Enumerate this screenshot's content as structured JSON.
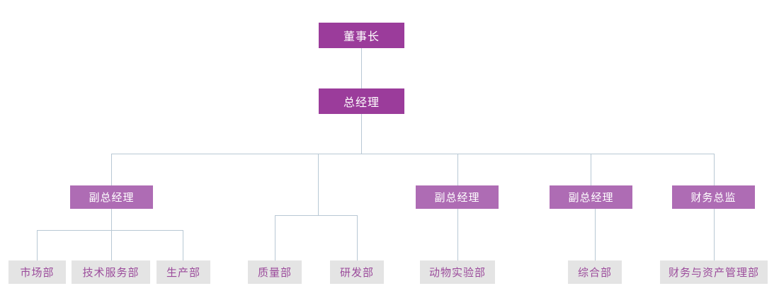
{
  "chart": {
    "title": "",
    "type": "org-chart",
    "colors": {
      "executive_box": "#9B3C9B",
      "executive_text": "#FFFFFF",
      "vp_box": "#AE6CB4",
      "vp_text": "#FFFFFF",
      "department_box": "#E4E4E4",
      "department_text": "#9B4B9B",
      "connector_line": "#B8C8D4",
      "background": "#FFFFFF"
    },
    "levels": [
      {
        "name": "executive",
        "nodes": [
          {
            "id": "chairman",
            "label": "董事长"
          }
        ]
      },
      {
        "name": "general-manager",
        "nodes": [
          {
            "id": "general-manager",
            "label": "总经理"
          }
        ]
      },
      {
        "name": "vice-president",
        "nodes": [
          {
            "id": "vp-1",
            "label": "副总经理"
          },
          {
            "id": "vp-2",
            "label": "副总经理"
          },
          {
            "id": "vp-3",
            "label": "副总经理"
          },
          {
            "id": "cfo",
            "label": "财务总监"
          }
        ]
      },
      {
        "name": "department",
        "nodes": [
          {
            "id": "dept-marketing",
            "label": "市场部"
          },
          {
            "id": "dept-tech-service",
            "label": "技术服务部"
          },
          {
            "id": "dept-production",
            "label": "生产部"
          },
          {
            "id": "dept-quality",
            "label": "质量部"
          },
          {
            "id": "dept-rnd",
            "label": "研发部"
          },
          {
            "id": "dept-animal-lab",
            "label": "动物实验部"
          },
          {
            "id": "dept-general-affairs",
            "label": "综合部"
          },
          {
            "id": "dept-finance-asset",
            "label": "财务与资产管理部"
          }
        ]
      }
    ],
    "nodes": {
      "chairman": "董事长",
      "general_manager": "总经理",
      "vp_1": "副总经理",
      "vp_2": "副总经理",
      "vp_3": "副总经理",
      "cfo": "财务总监",
      "dept_marketing": "市场部",
      "dept_tech_service": "技术服务部",
      "dept_production": "生产部",
      "dept_quality": "质量部",
      "dept_rnd": "研发部",
      "dept_animal_lab": "动物实验部",
      "dept_general_affairs": "综合部",
      "dept_finance_asset": "财务与资产管理部"
    }
  }
}
